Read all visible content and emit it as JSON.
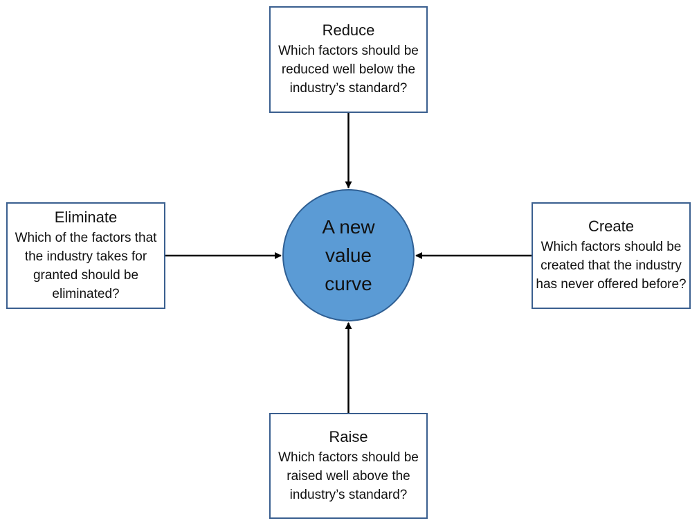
{
  "colors": {
    "circle_fill": "#5b9bd5",
    "box_border": "#3a5f8f",
    "arrow": "#000000"
  },
  "center": {
    "label": "A new value curve"
  },
  "boxes": {
    "reduce": {
      "title": "Reduce",
      "question": "Which factors should be reduced well below the industry’s standard?"
    },
    "eliminate": {
      "title": "Eliminate",
      "question": "Which of the factors that the industry takes for granted should be eliminated?"
    },
    "create": {
      "title": "Create",
      "question": "Which factors should be created that the industry has never offered before?"
    },
    "raise": {
      "title": "Raise",
      "question": "Which factors should be raised well above the industry’s standard?"
    }
  }
}
